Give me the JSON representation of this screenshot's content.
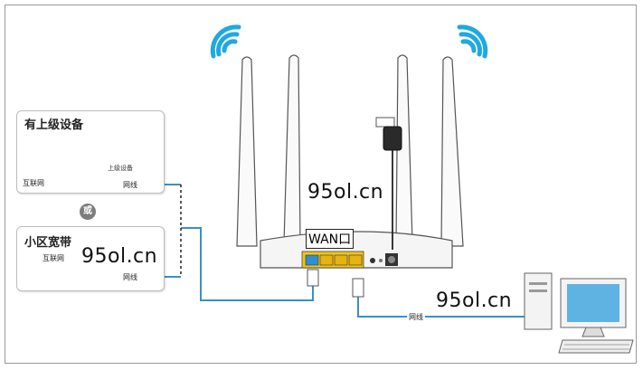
{
  "upstream": {
    "title": "有上级设备",
    "device_label": "上级设备",
    "internet_label": "互联网"
  },
  "or_label": "或",
  "broadband": {
    "title": "小区宽带",
    "internet_label": "互联网"
  },
  "cable_label": "网线",
  "wan_label": "WAN口",
  "watermark": "95ol.cn",
  "colors": {
    "cable": "#3a8fc9",
    "wifi": "#1fa9e1",
    "port_yellow": "#f0c419",
    "port_blue": "#2f8fd0"
  }
}
